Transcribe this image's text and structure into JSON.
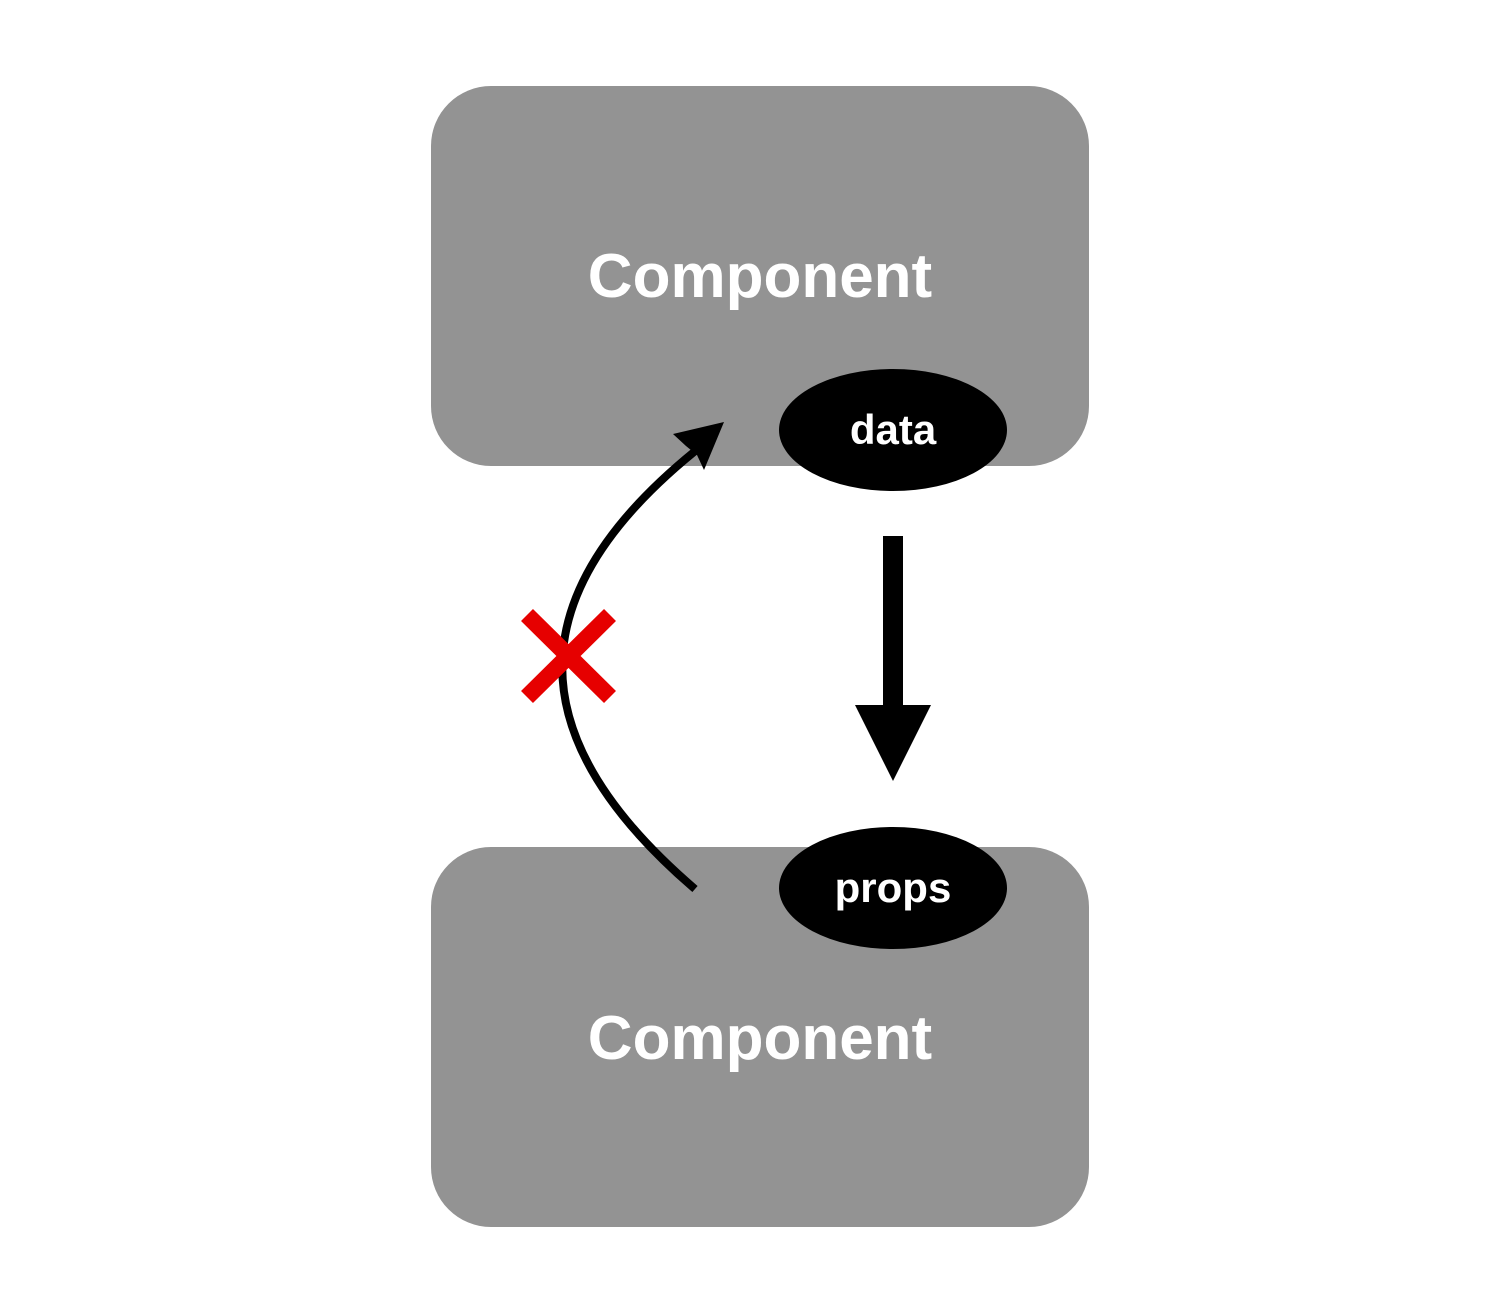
{
  "diagram": {
    "colors": {
      "box_fill": "#939393",
      "pill_fill": "#000000",
      "arrow": "#000000",
      "forbidden_mark": "#e60000"
    },
    "parent": {
      "label": "Component",
      "state_badge": "data"
    },
    "child": {
      "label": "Component",
      "props_badge": "props"
    },
    "down_arrow": {
      "icon": "arrow-down-icon"
    },
    "up_arrow": {
      "icon": "curved-arrow-up-icon",
      "blocked_icon": "cross-icon"
    }
  }
}
